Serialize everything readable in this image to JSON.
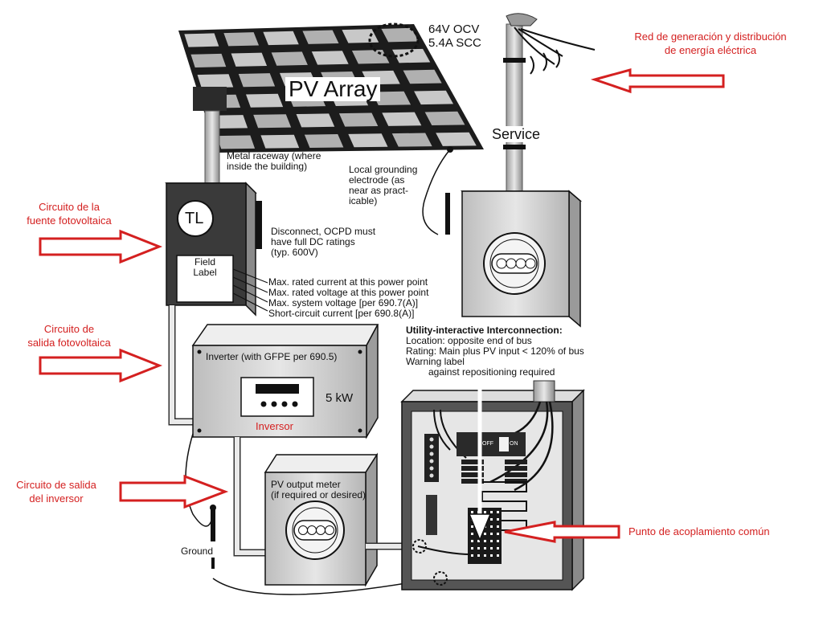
{
  "pv_array": {
    "title": "PV Array",
    "ocv": "64V OCV",
    "scc": "5.4A SCC"
  },
  "service": {
    "title": "Service"
  },
  "raceway_note": [
    "Metal raceway (where",
    "inside the building)"
  ],
  "grounding_note": [
    "Local grounding",
    "electrode (as",
    "near as pract-",
    "icable)"
  ],
  "disconnect": {
    "logo": "TL",
    "note": [
      "Disconnect, OCPD must",
      "have full DC ratings",
      "(typ. 600V)"
    ],
    "field_label": [
      "Field",
      "Label"
    ]
  },
  "field_label_items": [
    "Max. rated current at this power point",
    "Max. rated voltage at this power point",
    "Max. system voltage [per 690.7(A)]",
    "Short-circuit current [per 690.8(A)]"
  ],
  "inverter": {
    "title": "Inverter (with GFPE per 690.5)",
    "power": "5 kW",
    "caption_es": "Inversor"
  },
  "pv_meter": {
    "title": [
      "PV output meter",
      "(if required or desired)"
    ]
  },
  "ground_label": "Ground",
  "interconnection": {
    "title": "Utility-interactive Interconnection:",
    "lines": [
      "Location: opposite end of bus",
      "Rating: Main plus PV input < 120% of bus",
      "Warning label",
      "against repositioning required"
    ]
  },
  "panel_switch": {
    "off": "OFF",
    "on": "ON"
  },
  "annotations_es": {
    "red_generacion": [
      "Red de generación y distribución",
      "de energía eléctrica"
    ],
    "fuente_fv": [
      "Circuito de la",
      "fuente fotovoltaica"
    ],
    "salida_fv": [
      "Circuito de",
      "salida fotovoltaica"
    ],
    "salida_inversor": [
      "Circuito de salida",
      "del inversor"
    ],
    "punto_acoplamiento": "Punto de acoplamiento común"
  },
  "colors": {
    "annotation_red": "#d42020",
    "line_black": "#111111",
    "equipment_gray": "#d4d4d4",
    "panel_dark": "#3a3a3a"
  }
}
